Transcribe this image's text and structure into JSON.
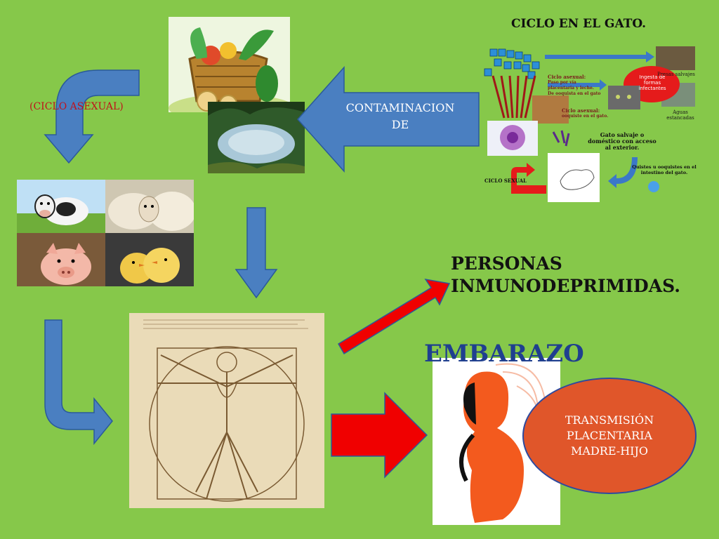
{
  "slide": {
    "background": "#86c84a",
    "labels": {
      "ciclo_asexual": "(CICLO ASEXUAL)",
      "contaminacion_line1": "CONTAMINACION",
      "contaminacion_line2": "DE",
      "ciclo_gato_title": "CICLO EN EL GATO.",
      "personas_line1": "PERSONAS",
      "personas_line2": "INMUNODEPRIMIDAS.",
      "embarazo": "EMBARAZO",
      "transmision_line1": "TRANSMISIÓN",
      "transmision_line2": "PLACENTARIA",
      "transmision_line3": "MADRE-HIJO"
    },
    "cycle_diagram": {
      "ingesta": "Ingesta de formas infectantes",
      "presas": "Presas salvajes",
      "ciclo_asexual_title": "Ciclo asexual:",
      "ciclo_asexual_text1": "Paso por vía placentaria y leche.",
      "ciclo_asexual_text2": "De ooquista en el gato",
      "ciclo_asexual2_title": "Ciclo asexual:",
      "ciclo_asexual2_text": "ooquiste en el gato.",
      "aguas": "Aguas estancadas",
      "gato_salvaje": "Gato salvaje o doméstico con acceso al exterior.",
      "quistes": "Quistes u ooquistes en el intestino del gato.",
      "ciclo_sexual": "CICLO SEXUAL"
    },
    "colors": {
      "arrow_blue": "#4a7fc1",
      "arrow_red": "#f00000",
      "ellipse_fill": "#e0562a",
      "ellipse_border": "#2e4a9e",
      "title_blue": "#1f3f8f"
    }
  }
}
